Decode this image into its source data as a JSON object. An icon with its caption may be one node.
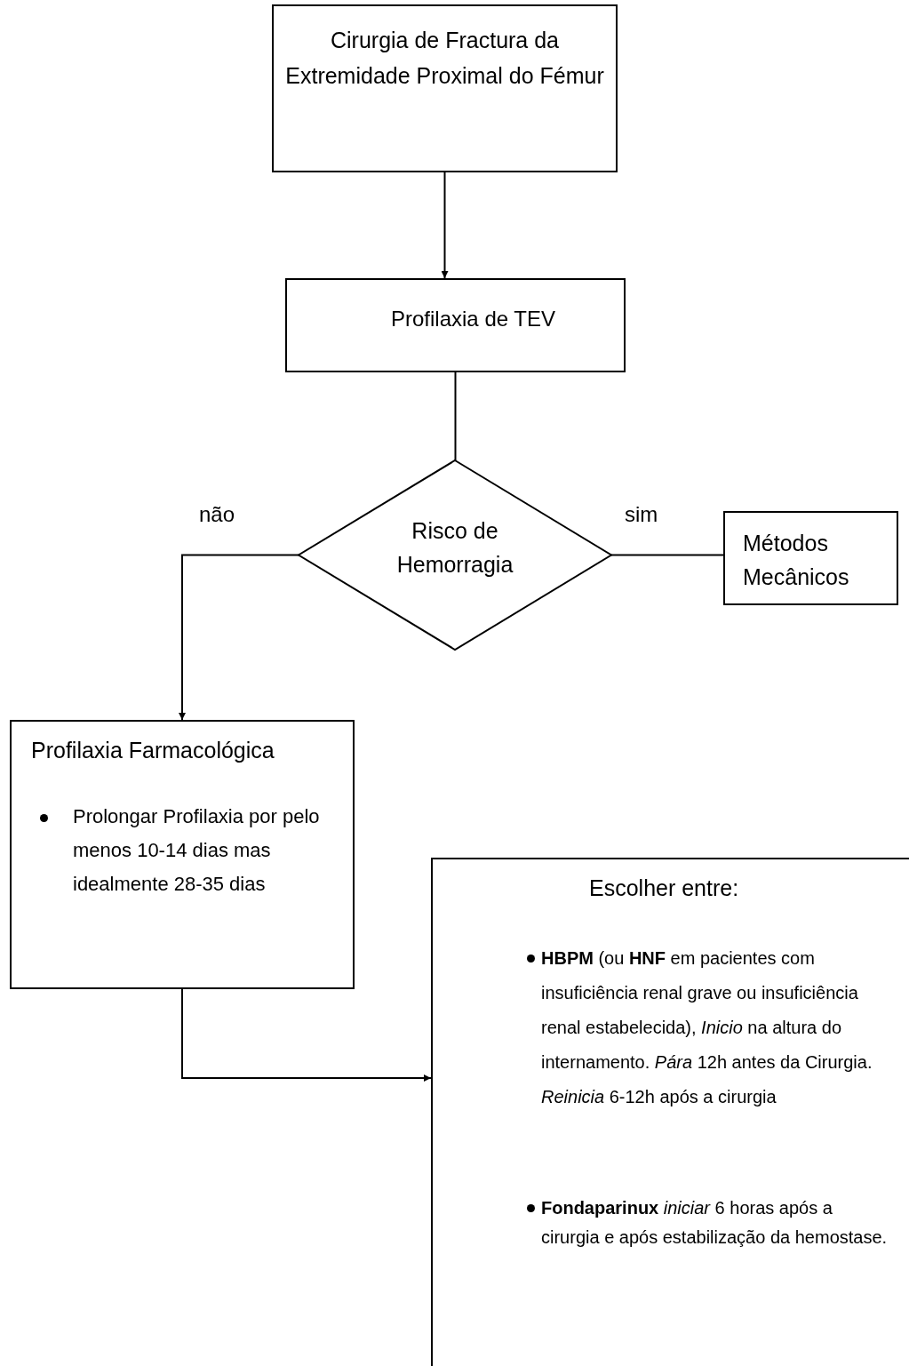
{
  "diagram": {
    "nodes": [
      {
        "text": [
          "Cirurgia de Fractura da Extremidade Proximal do Fémur"
        ]
      },
      {
        "text": [
          "Profilaxia de TEV"
        ]
      },
      {
        "text": [
          "Risco de Hemorragia"
        ]
      },
      {
        "text": [
          "Métodos Mecânicos"
        ]
      },
      {
        "text": [
          "Profilaxia Farmacológica",
          "Prolongar Profilaxia por pelo menos 10-14 dias mas idealmente 28-35 dias"
        ]
      },
      {
        "text": [
          "Escolher entre:",
          "**HBPM** (ou **HNF** em pacientes com insuficiência renal grave ou insuficiência renal estabelecida), *Inicio* na altura do internamento. *Pára* 12h antes da Cirurgia. *Reinicia* 6-12h após a cirurgia",
          "**Fondaparinux** *iniciar* 6 horas após a cirurgia e após estabilização da hemostase."
        ]
      }
    ],
    "edges": [
      {
        "from": 0,
        "to": 1,
        "arrow": "to"
      },
      {
        "from": 1,
        "to": 2,
        "arrow": "none"
      },
      {
        "from": 2,
        "to": 4,
        "arrow": "to",
        "label": "não"
      },
      {
        "from": 2,
        "to": 3,
        "arrow": "none",
        "label": "sim"
      },
      {
        "from": 4,
        "to": 5,
        "arrow": "to"
      }
    ]
  }
}
